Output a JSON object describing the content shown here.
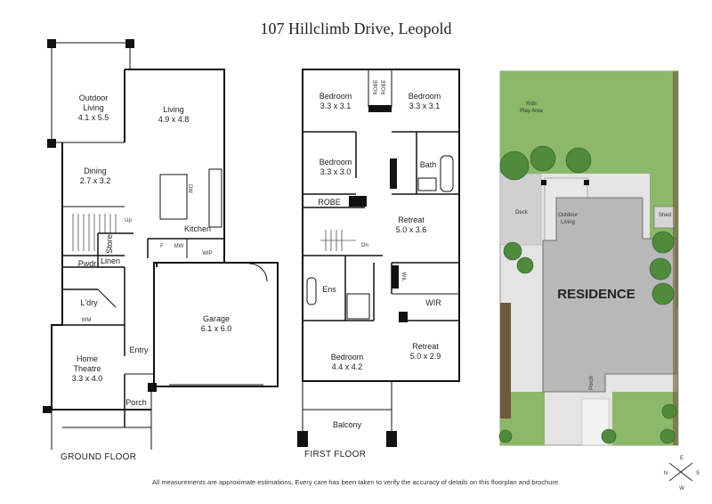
{
  "title": "107 Hillclimb Drive, Leopold",
  "floors": {
    "ground": "GROUND FLOOR",
    "first": "FIRST FLOOR"
  },
  "disclaimer": "All measurements are approximate estimations. Every care has been taken to verify the accuracy of details on this floorplan and brochure.",
  "ground_rooms": {
    "outdoor_living": {
      "name": "Outdoor\nLiving",
      "dims": "4.1 x 5.5"
    },
    "living": {
      "name": "Living",
      "dims": "4.9 x 4.8"
    },
    "dining": {
      "name": "Dining",
      "dims": "2.7 x 3.2"
    },
    "kitchen": "Kitchen",
    "store": "Store",
    "pwdr": "Pwdr",
    "linen": "Linen",
    "ldry": "L'dry",
    "wm": "WM",
    "f": "F",
    "mw": "MW",
    "wip": "WIP",
    "garage": {
      "name": "Garage",
      "dims": "6.1 x 6.0"
    },
    "entry": "Entry",
    "home_theatre": {
      "name": "Home\nTheatre",
      "dims": "3.3 x 4.0"
    },
    "porch": "Porch",
    "up": "Up",
    "dw": "DW"
  },
  "first_rooms": {
    "bed1": {
      "name": "Bedroom",
      "dims": "3.3 x 3.1"
    },
    "bed2": {
      "name": "Bedroom",
      "dims": "3.3 x 3.1"
    },
    "bed3": {
      "name": "Bedroom",
      "dims": "3.3 x 3.0"
    },
    "robe1": "ROBE",
    "robe2": "ROBE",
    "robe3": "ROBE",
    "bath": "Bath",
    "retreat1": {
      "name": "Retreat",
      "dims": "5.0 x 3.6"
    },
    "dn": "Dn",
    "ens": "Ens",
    "wil": "WIL",
    "wir": "WIR",
    "bed4": {
      "name": "Bedroom",
      "dims": "4.4 x 4.2"
    },
    "retreat2": {
      "name": "Retreat",
      "dims": "5.0 x 2.9"
    },
    "balcony": "Balcony"
  },
  "site": {
    "kids_play": "Kids\nPlay Area",
    "deck": "Deck",
    "outdoor_living": "Outdoor\nLiving",
    "shed": "Shed",
    "residence": "RESIDENCE",
    "porch": "Porch"
  },
  "compass": {
    "n": "N",
    "e": "E",
    "s": "S",
    "w": "W"
  },
  "colors": {
    "wall": "#111111",
    "grass": "#8cb86a",
    "tree": "#4f8a3d",
    "paving": "#e4e4e4",
    "house": "#b8b8b8",
    "hedge": "#6e5a3c"
  }
}
